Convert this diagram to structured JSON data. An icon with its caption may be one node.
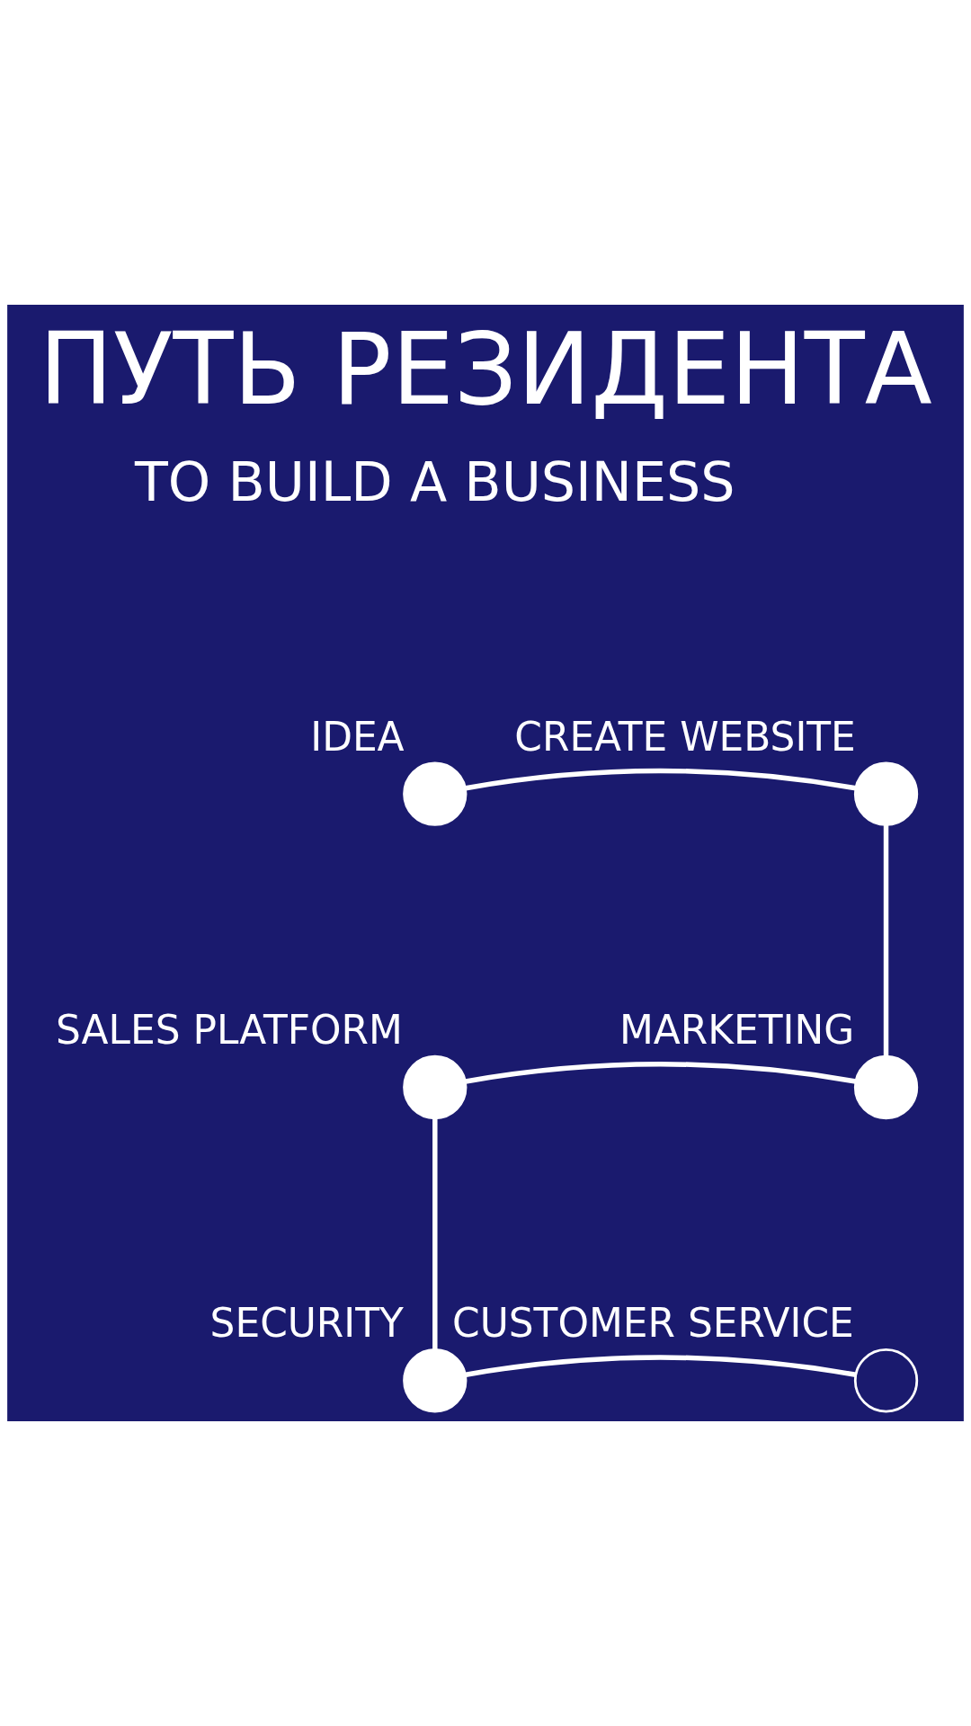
{
  "diagram": {
    "title": "ПУТЬ РЕЗИДЕНТА",
    "nodes": [
      {
        "text": [
          "IDEA"
        ]
      },
      {
        "text": [
          "CREATE WEBSITE"
        ]
      },
      {
        "text": [
          "MARKETING"
        ]
      },
      {
        "text": [
          "SALES PLATFORM"
        ]
      },
      {
        "text": [
          "SECURITY"
        ]
      },
      {
        "text": [
          "CUSTOMER SERVICE"
        ]
      }
    ],
    "edges": [
      {
        "from": 0,
        "to": 1,
        "arrow": "none"
      },
      {
        "from": 1,
        "to": 2,
        "arrow": "none"
      },
      {
        "from": 2,
        "to": 3,
        "arrow": "none"
      },
      {
        "from": 3,
        "to": 4,
        "arrow": "none"
      },
      {
        "from": 4,
        "to": 5,
        "arrow": "none"
      }
    ],
    "labels": [
      "TO BUILD A BUSINESS"
    ]
  }
}
